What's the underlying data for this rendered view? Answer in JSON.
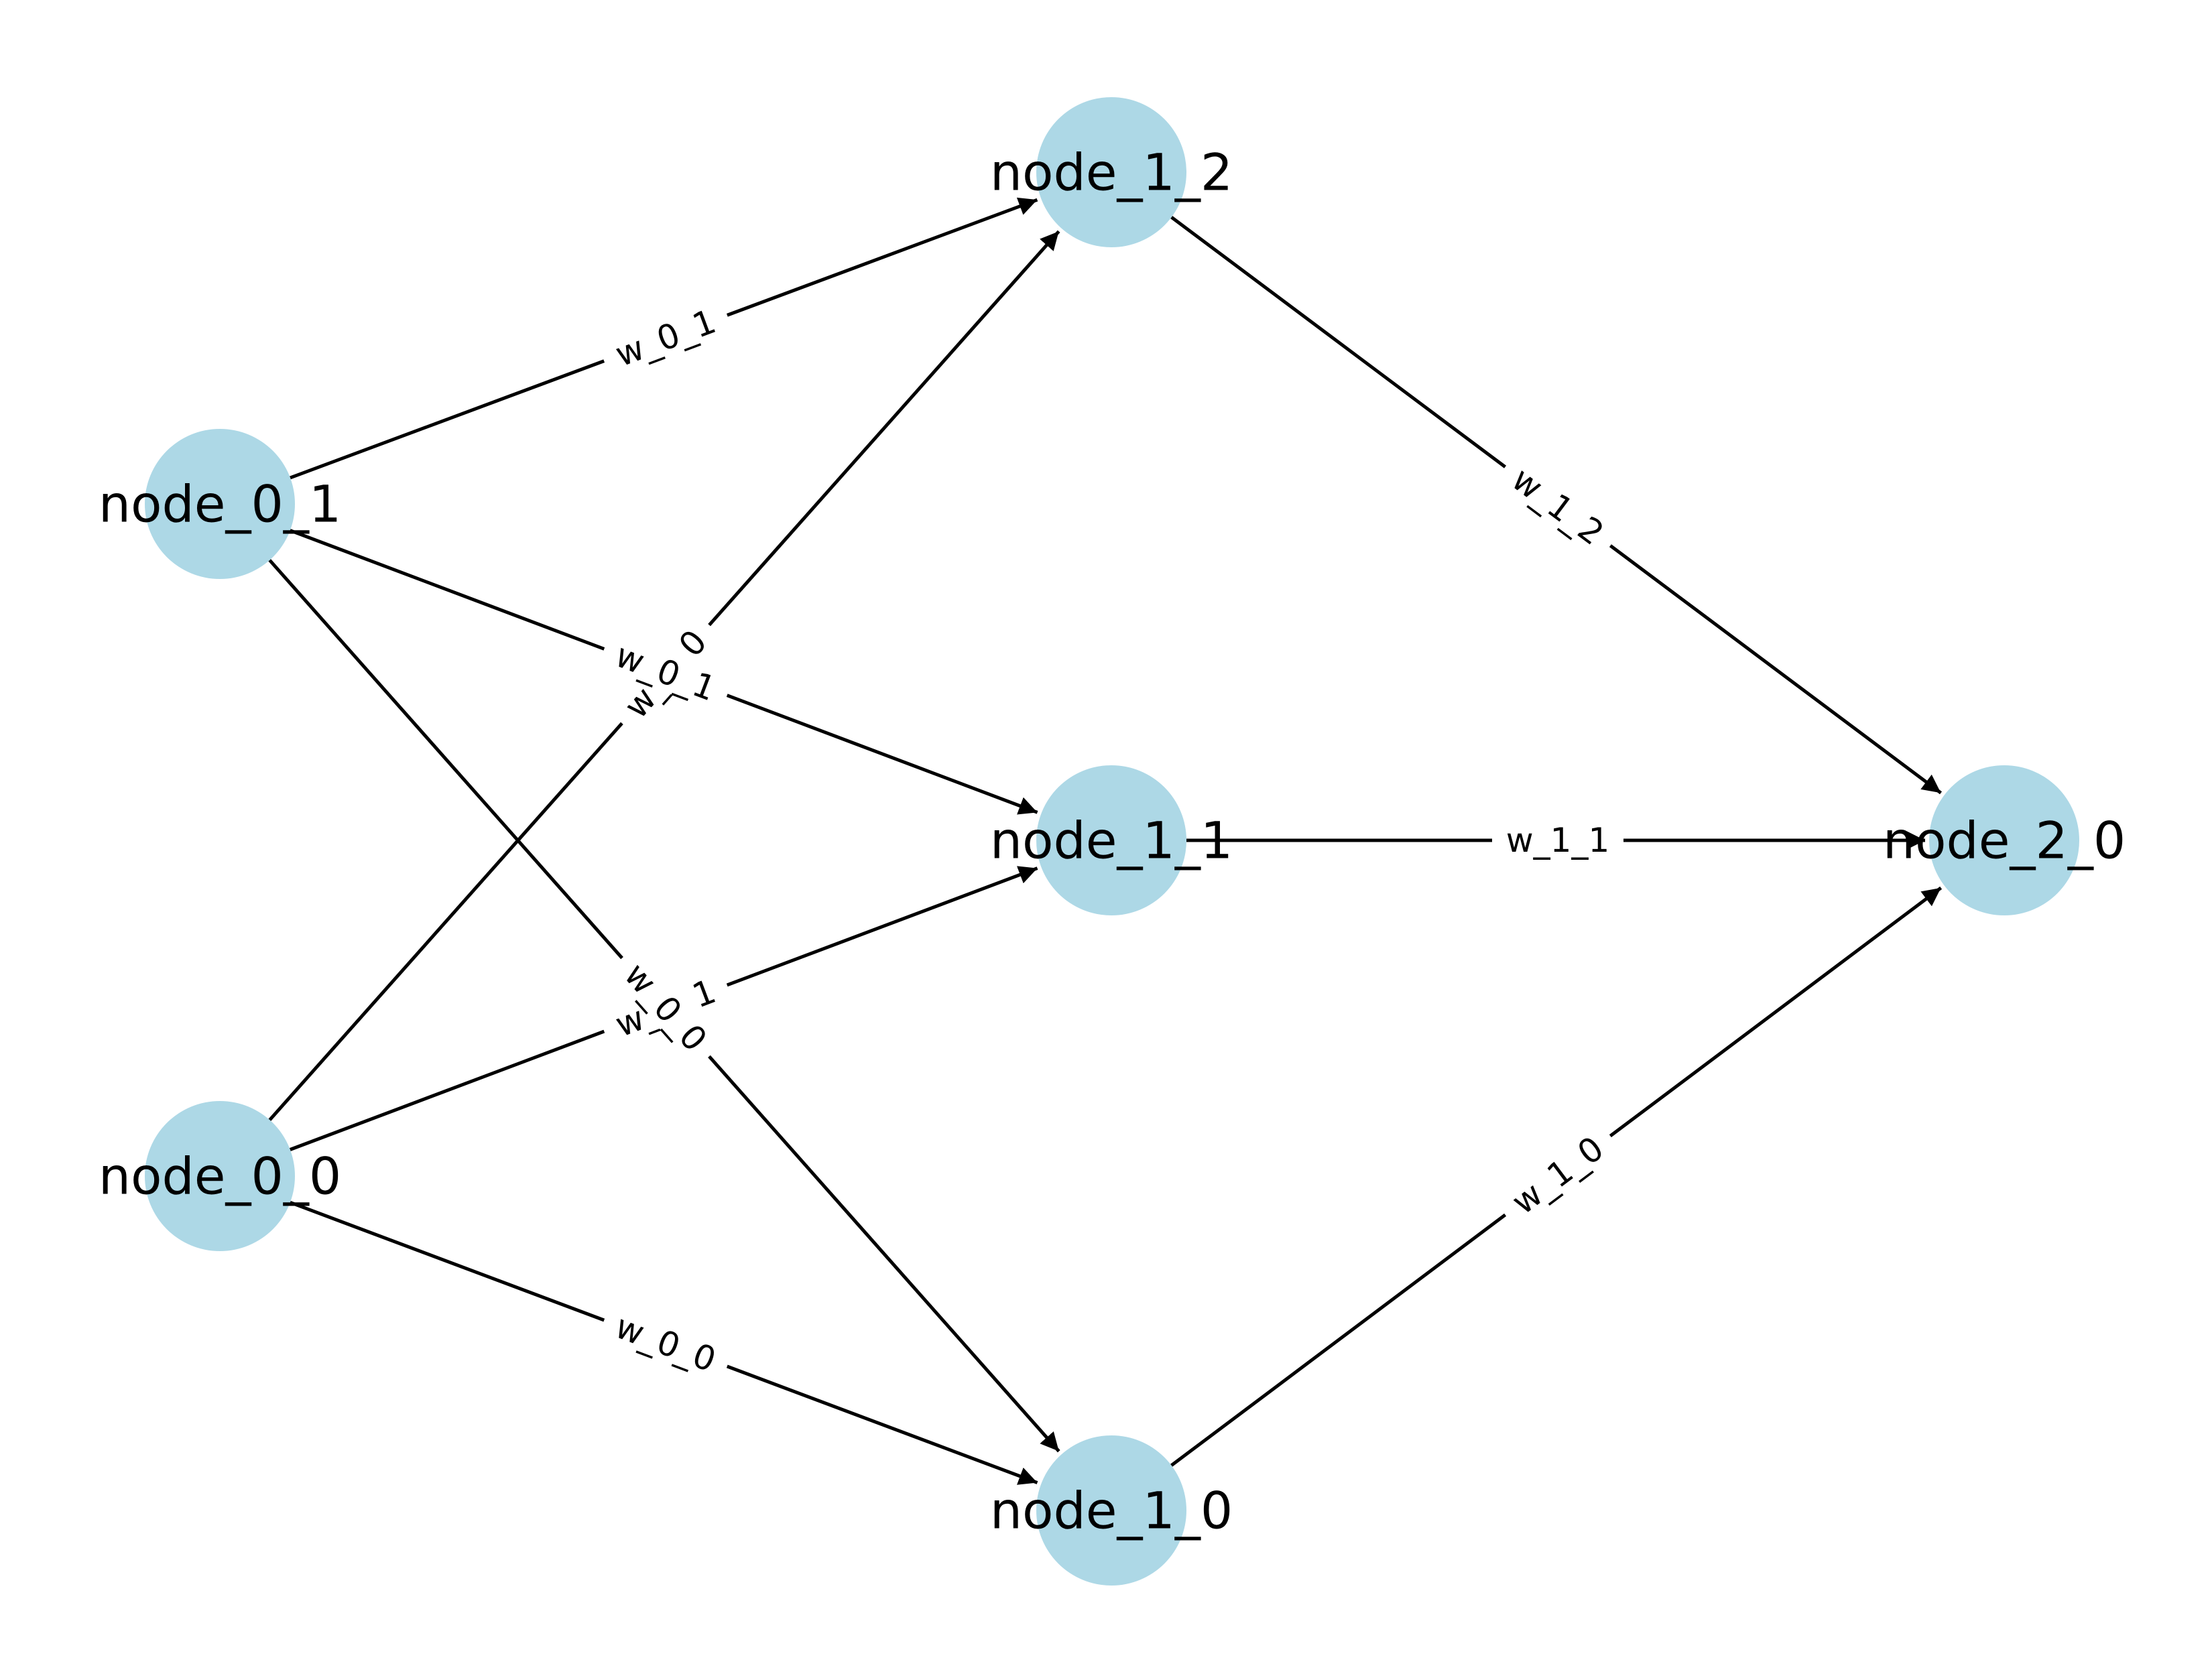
{
  "colors": {
    "node_fill": "#add8e6",
    "edge": "#000000",
    "label_bg": "#ffffff"
  },
  "nodes": [
    {
      "id": "node_0_0",
      "label": "node_0_0"
    },
    {
      "id": "node_0_1",
      "label": "node_0_1"
    },
    {
      "id": "node_1_0",
      "label": "node_1_0"
    },
    {
      "id": "node_1_1",
      "label": "node_1_1"
    },
    {
      "id": "node_1_2",
      "label": "node_1_2"
    },
    {
      "id": "node_2_0",
      "label": "node_2_0"
    }
  ],
  "edges": [
    {
      "source": "node_0_0",
      "target": "node_1_0",
      "label": "w_0_0"
    },
    {
      "source": "node_0_0",
      "target": "node_1_1",
      "label": "w_0_1"
    },
    {
      "source": "node_0_0",
      "target": "node_1_2",
      "label": "w_0_0"
    },
    {
      "source": "node_0_1",
      "target": "node_1_0",
      "label": "w_0_0"
    },
    {
      "source": "node_0_1",
      "target": "node_1_1",
      "label": "w_0_1"
    },
    {
      "source": "node_0_1",
      "target": "node_1_2",
      "label": "w_0_1"
    },
    {
      "source": "node_1_0",
      "target": "node_2_0",
      "label": "w_1_0"
    },
    {
      "source": "node_1_1",
      "target": "node_2_0",
      "label": "w_1_1"
    },
    {
      "source": "node_1_2",
      "target": "node_2_0",
      "label": "w_1_2"
    }
  ]
}
